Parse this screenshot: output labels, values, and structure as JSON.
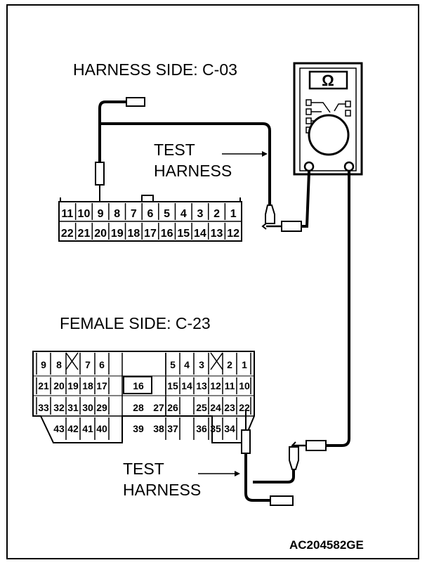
{
  "labels": {
    "harness_side": "HARNESS SIDE: C-03",
    "female_side": "FEMALE SIDE: C-23",
    "test_harness_top": [
      "TEST",
      "HARNESS"
    ],
    "test_harness_bottom": [
      "TEST",
      "HARNESS"
    ],
    "figure_code": "AC204582GE"
  },
  "meter": {
    "symbol": "Ω"
  },
  "connector_c03": {
    "top_row": [
      "11",
      "10",
      "9",
      "8",
      "7",
      "6",
      "5",
      "4",
      "3",
      "2",
      "1"
    ],
    "bottom_row": [
      "22",
      "21",
      "20",
      "19",
      "18",
      "17",
      "16",
      "15",
      "14",
      "13",
      "12"
    ]
  },
  "connector_c23": {
    "pins": [
      "9",
      "8",
      "7",
      "6",
      "5",
      "4",
      "3",
      "2",
      "1",
      "21",
      "20",
      "19",
      "18",
      "17",
      "16",
      "15",
      "14",
      "13",
      "12",
      "11",
      "10",
      "33",
      "32",
      "31",
      "30",
      "29",
      "28",
      "27",
      "26",
      "25",
      "24",
      "23",
      "22",
      "43",
      "42",
      "41",
      "40",
      "39",
      "38",
      "37",
      "36",
      "35",
      "34"
    ]
  }
}
